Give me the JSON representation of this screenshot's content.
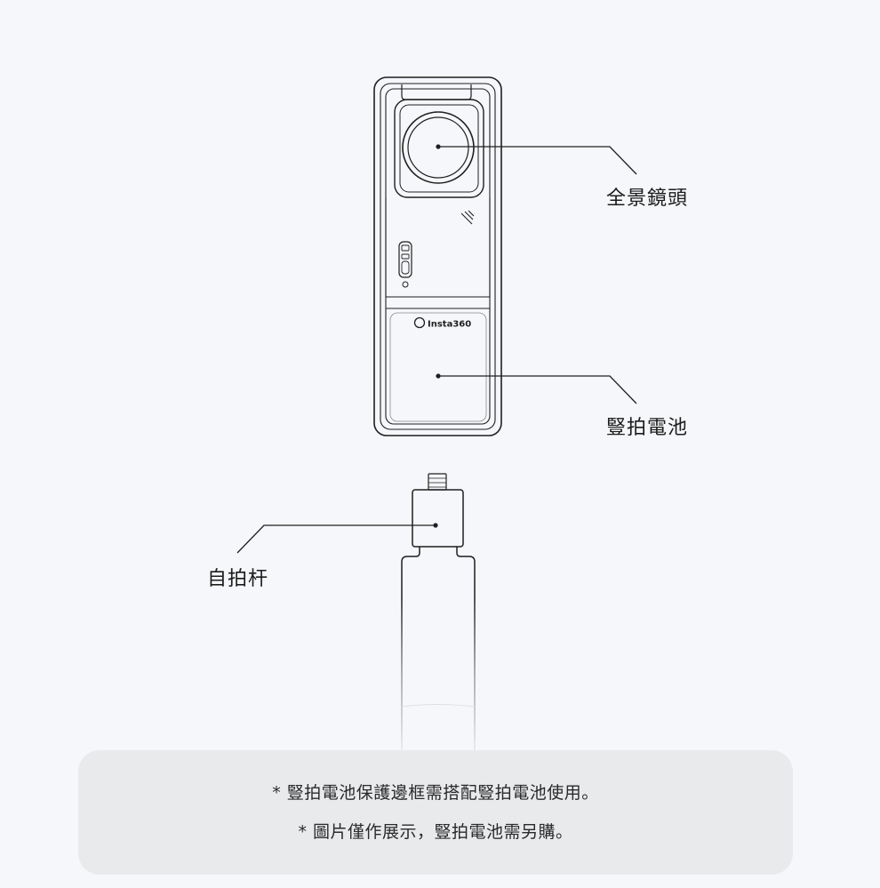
{
  "callouts": {
    "lens": "全景鏡頭",
    "battery": "豎拍電池",
    "selfie_stick": "自拍杆"
  },
  "device": {
    "brand_text": "Insta360"
  },
  "notes": [
    "* 豎拍電池保護邊框需搭配豎拍電池使用。",
    "* 圖片僅作展示，豎拍電池需另購。"
  ],
  "colors": {
    "background": "#f6f7fa",
    "line": "#1f1f1f",
    "note_box": "#e9eaec"
  }
}
